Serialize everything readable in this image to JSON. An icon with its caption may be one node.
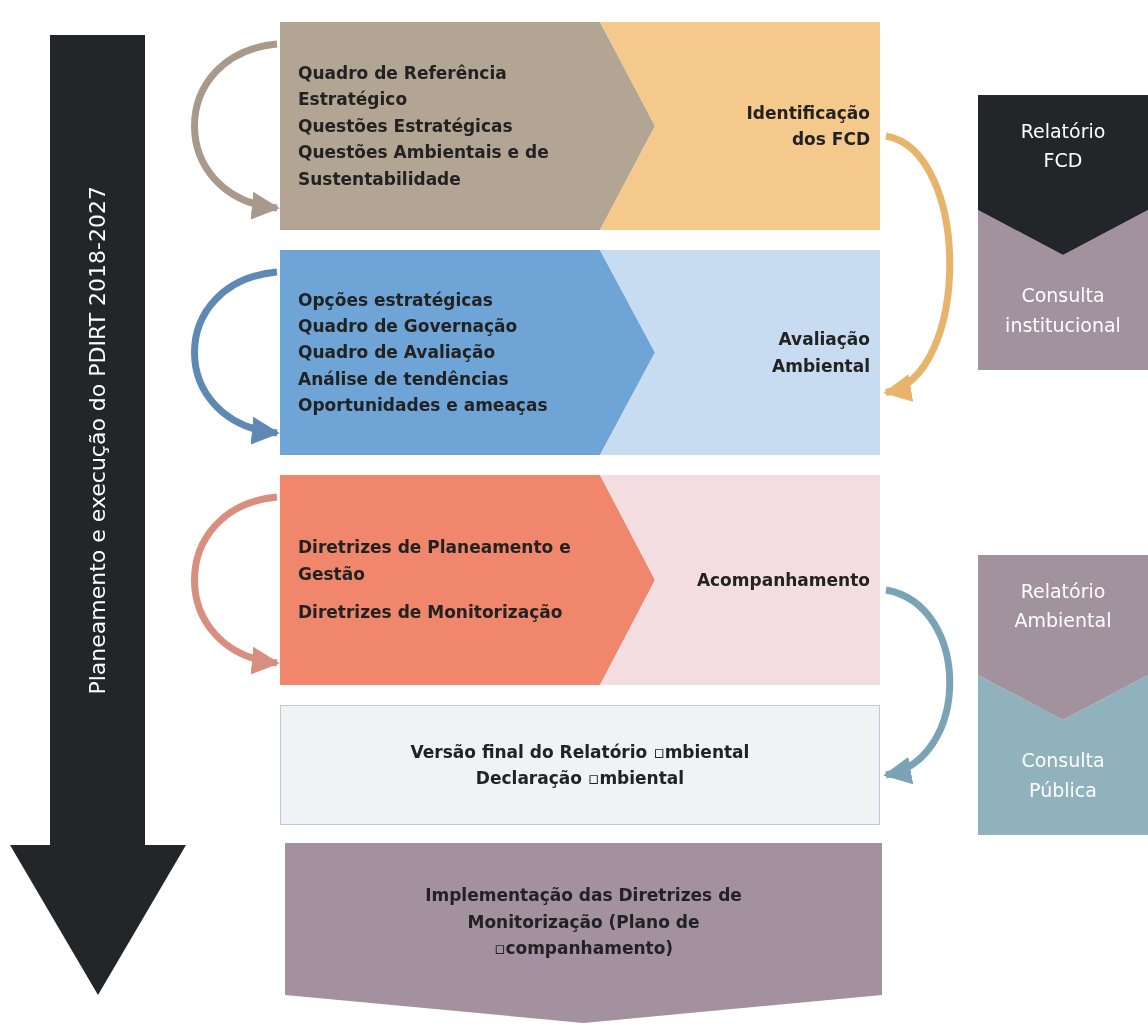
{
  "diagram": {
    "nodes": [
      {
        "text": [
          "Planeamento e execução do PDIRT 2018-2027"
        ]
      },
      {
        "text": [
          "Quadro de Referência Estratégico",
          "Questões Estratégicas",
          "Questões Ambientais e de Sustentabilidade"
        ]
      },
      {
        "text": [
          "Identificação dos FCD"
        ]
      },
      {
        "text": [
          "Opções estratégicas",
          "Quadro de Governação",
          "Quadro de Avaliação",
          "Análise de tendências",
          "Oportunidades e ameaças"
        ]
      },
      {
        "text": [
          "Avaliação Ambiental"
        ]
      },
      {
        "text": [
          "Diretrizes de Planeamento e Gestão",
          "Diretrizes de Monitorização"
        ]
      },
      {
        "text": [
          "Acompanhamento"
        ]
      },
      {
        "text": [
          "Versão final do Relatório ▫mbiental",
          "Declaração ▫mbiental"
        ]
      },
      {
        "text": [
          "Implementação das Diretrizes de Monitorização (Plano de ▫companhamento)"
        ]
      },
      {
        "text": [
          "Relatório FCD"
        ]
      },
      {
        "text": [
          "Consulta institucional"
        ]
      },
      {
        "text": [
          "Relatório Ambiental"
        ]
      },
      {
        "text": [
          "Consulta Pública"
        ]
      }
    ],
    "edges": [
      {
        "from": 1,
        "to": 1,
        "arrow": "to"
      },
      {
        "from": 3,
        "to": 3,
        "arrow": "to"
      },
      {
        "from": 5,
        "to": 5,
        "arrow": "to"
      },
      {
        "from": 2,
        "to": 4,
        "arrow": "to"
      },
      {
        "from": 6,
        "to": 7,
        "arrow": "to"
      }
    ]
  }
}
